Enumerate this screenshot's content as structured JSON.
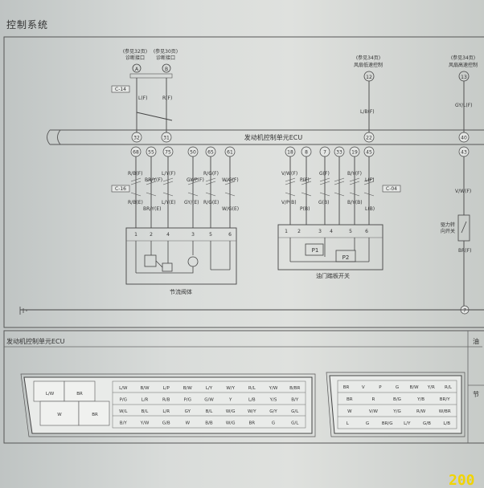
{
  "page_title": "控制系统",
  "page_number": "200",
  "refs": {
    "a": {
      "note": "(参见32页)",
      "name": "诊断接口",
      "symbol": "A"
    },
    "b": {
      "note": "(参见30页)",
      "name": "诊断接口",
      "symbol": "B"
    },
    "c12": {
      "note": "(参见34页)",
      "name": "风扇低速控制",
      "symbol": "12"
    },
    "c13": {
      "note": "(参见34页)",
      "name": "风扇高速控制",
      "symbol": "13"
    }
  },
  "connectors": {
    "c14": "C-14",
    "c16": "C-16",
    "c04": "C-04"
  },
  "wires_top": {
    "a": "L(F)",
    "b": "R(F)",
    "c12": "L/B(F)",
    "c13": "GY/L(F)"
  },
  "ecu_bus_label": "发动机控制单元ECU",
  "pins_row1": {
    "a": "32",
    "b": "31",
    "c12": "22",
    "c13": "40"
  },
  "pins_row2": [
    "68",
    "55",
    "75",
    "50",
    "65",
    "61",
    "18",
    "8",
    "7",
    "33",
    "19",
    "45",
    "43"
  ],
  "wires_upper": [
    "R/B(F)",
    "L/Y(F)",
    "GY/P(F)",
    "R/G(F)",
    "W/G(F)",
    "V/W(F)",
    "P(F)",
    "G(F)",
    "B/Y(F)",
    "L(F)",
    "V/W(F)"
  ],
  "wires_upper_2": [
    "BR/Y(F)"
  ],
  "wires_lower": [
    "R/B(E)",
    "BR/Y(E)",
    "L/Y(E)",
    "GY/(E)",
    "R/G(E)",
    "W/G(E)",
    "V/P(B)",
    "P(B)",
    "G(B)",
    "B/Y(B)",
    "L(B)"
  ],
  "throttle": {
    "label": "节流阀体",
    "pins": [
      "1",
      "2",
      "4",
      "3",
      "5",
      "6"
    ]
  },
  "pedal": {
    "label": "油门踏板开关",
    "pins": [
      "1",
      "2",
      "3",
      "4",
      "5",
      "6"
    ],
    "p1": "P1",
    "p2": "P2"
  },
  "fan_switch": {
    "label_1": "驱力转",
    "label_2": "向开关",
    "wire": "BR(F)",
    "ground_num": "7"
  },
  "lower_panel": {
    "title": "发动机控制单元ECU",
    "side_label": "油",
    "side_label_2": "节"
  },
  "connector_left_big": [
    "L/W",
    "BR",
    "W",
    "BR"
  ],
  "connector_left_rows": [
    [
      "L/W",
      "B/W",
      "L/P",
      "B/W",
      "L/Y",
      "W/Y",
      "R/L",
      "Y/W",
      "B/BR"
    ],
    [
      "P/G",
      "L/R",
      "R/B",
      "P/G",
      "G/W",
      "Y",
      "L/B",
      "Y/S",
      "B/Y"
    ],
    [
      "W/L",
      "B/L",
      "L/R",
      "GY",
      "B/L",
      "W/G",
      "W/Y",
      "G/Y",
      "G/L"
    ],
    [
      "B/Y",
      "Y/W",
      "G/B",
      "W",
      "B/B",
      "W/G",
      "BR",
      "G",
      "G/L"
    ]
  ],
  "connector_right_rows": [
    [
      "BR",
      "V",
      "P",
      "G",
      "B/W",
      "Y/R",
      "R/L"
    ],
    [
      "BR",
      "R",
      "B/G",
      "Y/B",
      "BR/Y"
    ],
    [
      "W",
      "V/W",
      "Y/G",
      "R/W",
      "W/BR"
    ],
    [
      "L",
      "G",
      "BR/G",
      "L/Y",
      "G/B",
      "L/B"
    ]
  ]
}
